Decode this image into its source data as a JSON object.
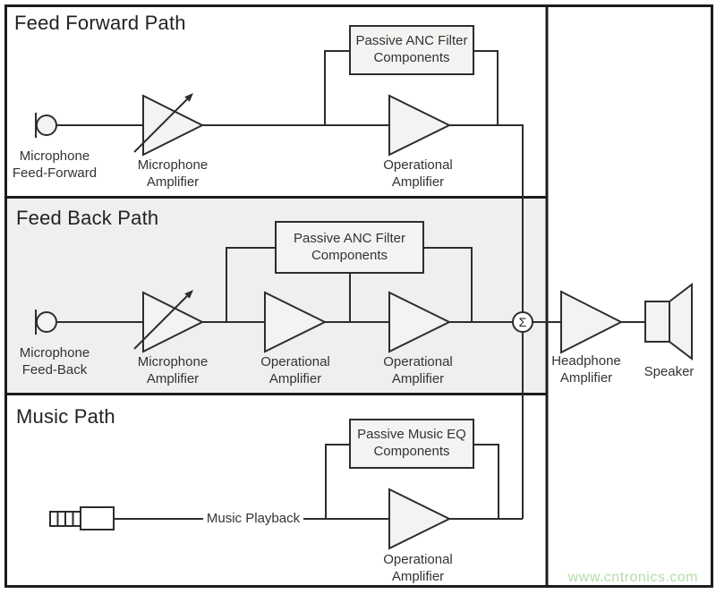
{
  "colors": {
    "line": "#2d2d2d",
    "border": "#1c1c1c",
    "shape-fill": "#f3f4f1",
    "section-fill": "#eff0ed",
    "text": "#333333",
    "watermark-green": "#b5dcaa",
    "background": "#ffffff"
  },
  "feed_forward": {
    "title": "Feed Forward Path",
    "microphone_label": "Microphone Feed-Forward",
    "mic_amp_label": "Microphone Amplifier",
    "filter_label": "Passive ANC Filter Components",
    "opamp_label": "Operational Amplifier"
  },
  "feed_back": {
    "title": "Feed Back Path",
    "microphone_label": "Microphone Feed-Back",
    "mic_amp_label": "Microphone Amplifier",
    "filter_label": "Passive ANC Filter Components",
    "opamp1_label": "Operational Amplifier",
    "opamp2_label": "Operational Amplifier"
  },
  "music": {
    "title": "Music Path",
    "playback_label": "Music Playback",
    "filter_label": "Passive Music EQ Components",
    "opamp_label": "Operational Amplifier"
  },
  "output": {
    "sum_symbol": "Σ",
    "headphone_amp_label": "Headphone Amplifier",
    "speaker_label": "Speaker"
  },
  "watermark": "www.cntronics.com"
}
